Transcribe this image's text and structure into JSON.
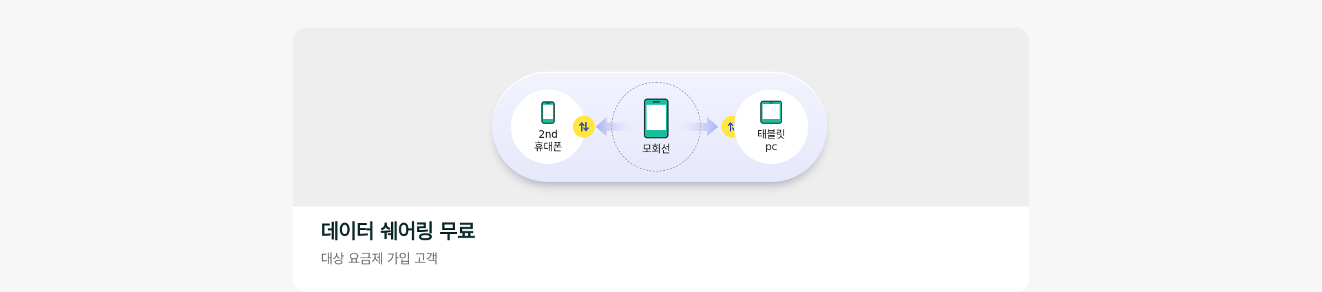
{
  "card": {
    "title": "데이터 쉐어링 무료",
    "subtitle": "대상 요금제 가입 고객"
  },
  "diagram": {
    "left_node": {
      "line1": "2nd",
      "line2": "휴대폰",
      "icon": "smartphone-icon"
    },
    "center_node": {
      "label": "모회선",
      "icon": "smartphone-icon"
    },
    "right_node": {
      "line1": "태블릿",
      "line2": "pc",
      "icon": "tablet-icon"
    },
    "swap_icon": "swap-vertical-icon"
  },
  "colors": {
    "device_teal": "#1abc9c",
    "badge_yellow": "#ffe640",
    "title_dark": "#0f2b2b",
    "arrow_lavender": "#b9bff3"
  }
}
